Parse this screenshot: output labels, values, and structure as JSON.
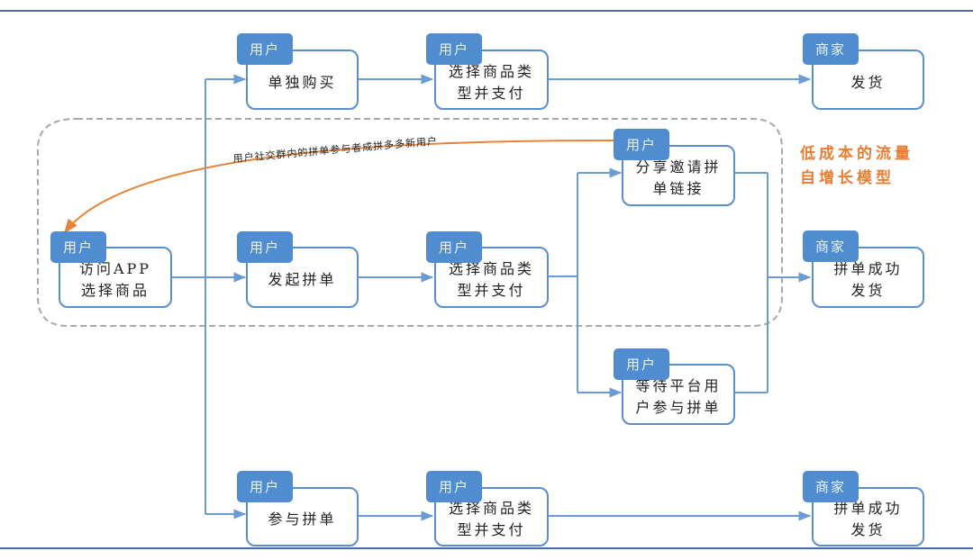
{
  "diagram": {
    "type": "flowchart",
    "colors": {
      "node_border": "#5b8fcb",
      "tag_fill": "#4f8cd0",
      "connector": "#6b9bd2",
      "feedback_arrow": "#e8833a",
      "highlight_text": "#e87e34",
      "group_border": "#a8a8a8",
      "rule": "#4a6a9c"
    },
    "group_label": "低成本的流量\n自增长模型",
    "feedback_label": "用户社交群内的拼单参与者成拼多多新用户",
    "nodes": {
      "visit_app": {
        "role": "用户",
        "text": "访问APP\n选择商品"
      },
      "buy_alone": {
        "role": "用户",
        "text": "单独购买"
      },
      "buy_alone_pay": {
        "role": "用户",
        "text": "选择商品类\n型并支付"
      },
      "buy_alone_ship": {
        "role": "商家",
        "text": "发货"
      },
      "start_group": {
        "role": "用户",
        "text": "发起拼单"
      },
      "start_group_pay": {
        "role": "用户",
        "text": "选择商品类\n型并支付"
      },
      "share_link": {
        "role": "用户",
        "text": "分享邀请拼\n单链接"
      },
      "wait_platform": {
        "role": "用户",
        "text": "等待平台用\n户参与拼单"
      },
      "group_ship": {
        "role": "商家",
        "text": "拼单成功\n发货"
      },
      "join_group": {
        "role": "用户",
        "text": "参与拼单"
      },
      "join_group_pay": {
        "role": "用户",
        "text": "选择商品类\n型并支付"
      },
      "join_group_ship": {
        "role": "商家",
        "text": "拼单成功\n发货"
      }
    },
    "edges": [
      [
        "visit_app",
        "buy_alone"
      ],
      [
        "visit_app",
        "start_group"
      ],
      [
        "visit_app",
        "join_group"
      ],
      [
        "buy_alone",
        "buy_alone_pay"
      ],
      [
        "buy_alone_pay",
        "buy_alone_ship"
      ],
      [
        "start_group",
        "start_group_pay"
      ],
      [
        "start_group_pay",
        "share_link"
      ],
      [
        "start_group_pay",
        "wait_platform"
      ],
      [
        "share_link",
        "group_ship"
      ],
      [
        "wait_platform",
        "group_ship"
      ],
      [
        "join_group",
        "join_group_pay"
      ],
      [
        "join_group_pay",
        "join_group_ship"
      ],
      [
        "share_link",
        "visit_app",
        "feedback"
      ]
    ]
  }
}
